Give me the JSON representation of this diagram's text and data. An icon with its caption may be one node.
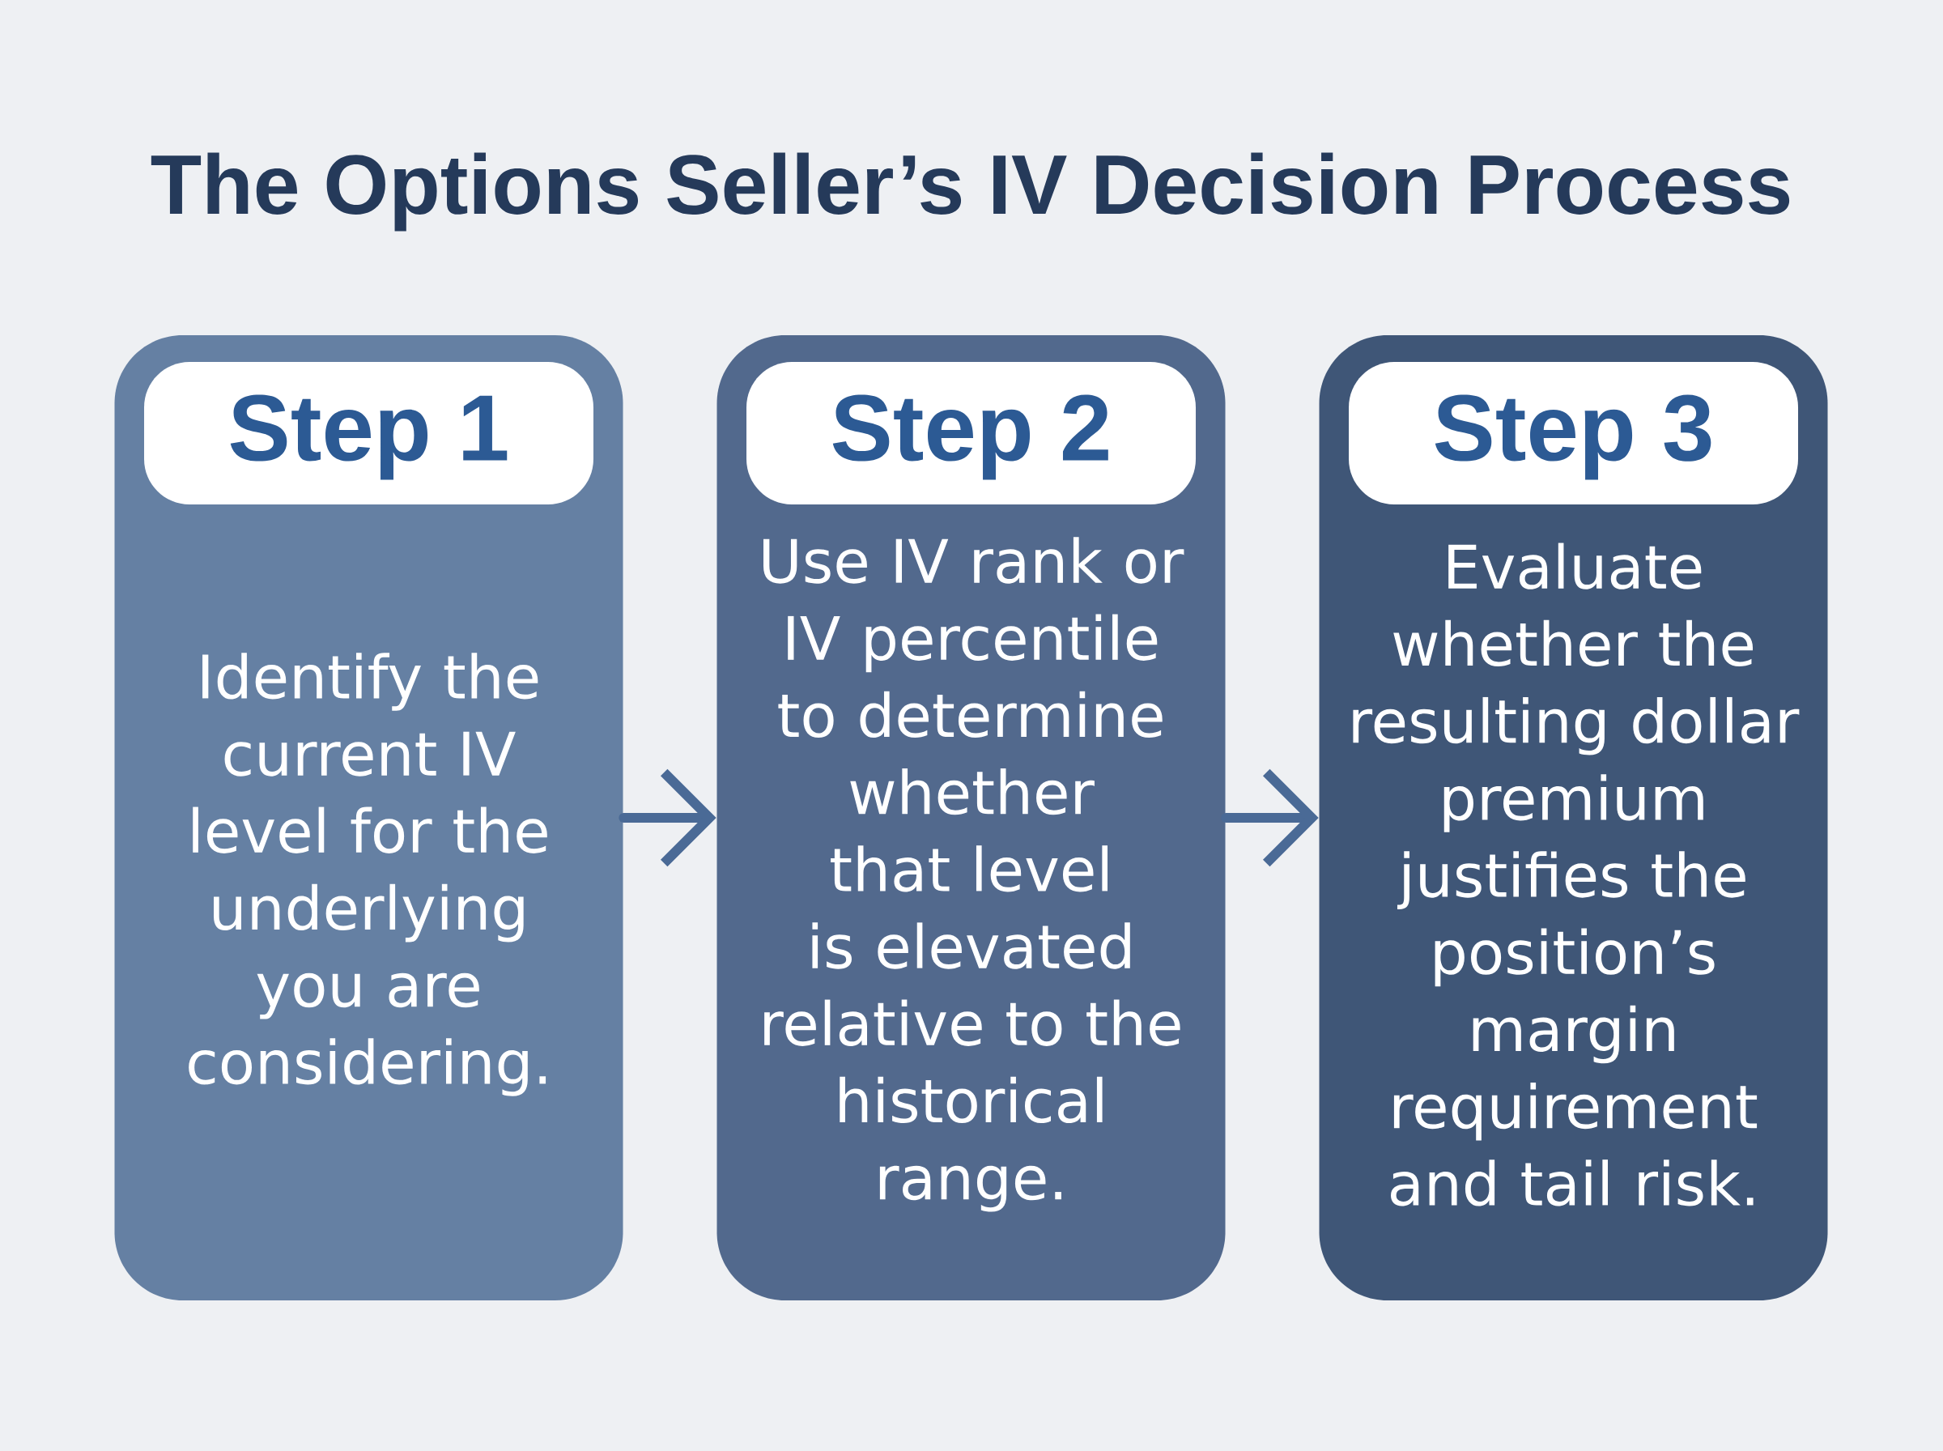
{
  "diagram": {
    "title": "The Options Seller’s IV Decision Process",
    "nodes": [
      {
        "text": [
          "Step 1",
          "Identify the current IV level for the underlying you are considering."
        ]
      },
      {
        "text": [
          "Step 2",
          "Use IV rank or IV percentile to determine whether that level is elevated relative to the historical range."
        ]
      },
      {
        "text": [
          "Step 3",
          "Evaluate whether the resulting dollar premium justifies the position’s margin requirement and tail risk."
        ]
      }
    ],
    "edges": [
      {
        "from": 0,
        "to": 1,
        "arrow": "to"
      },
      {
        "from": 1,
        "to": 2,
        "arrow": "to"
      }
    ]
  }
}
